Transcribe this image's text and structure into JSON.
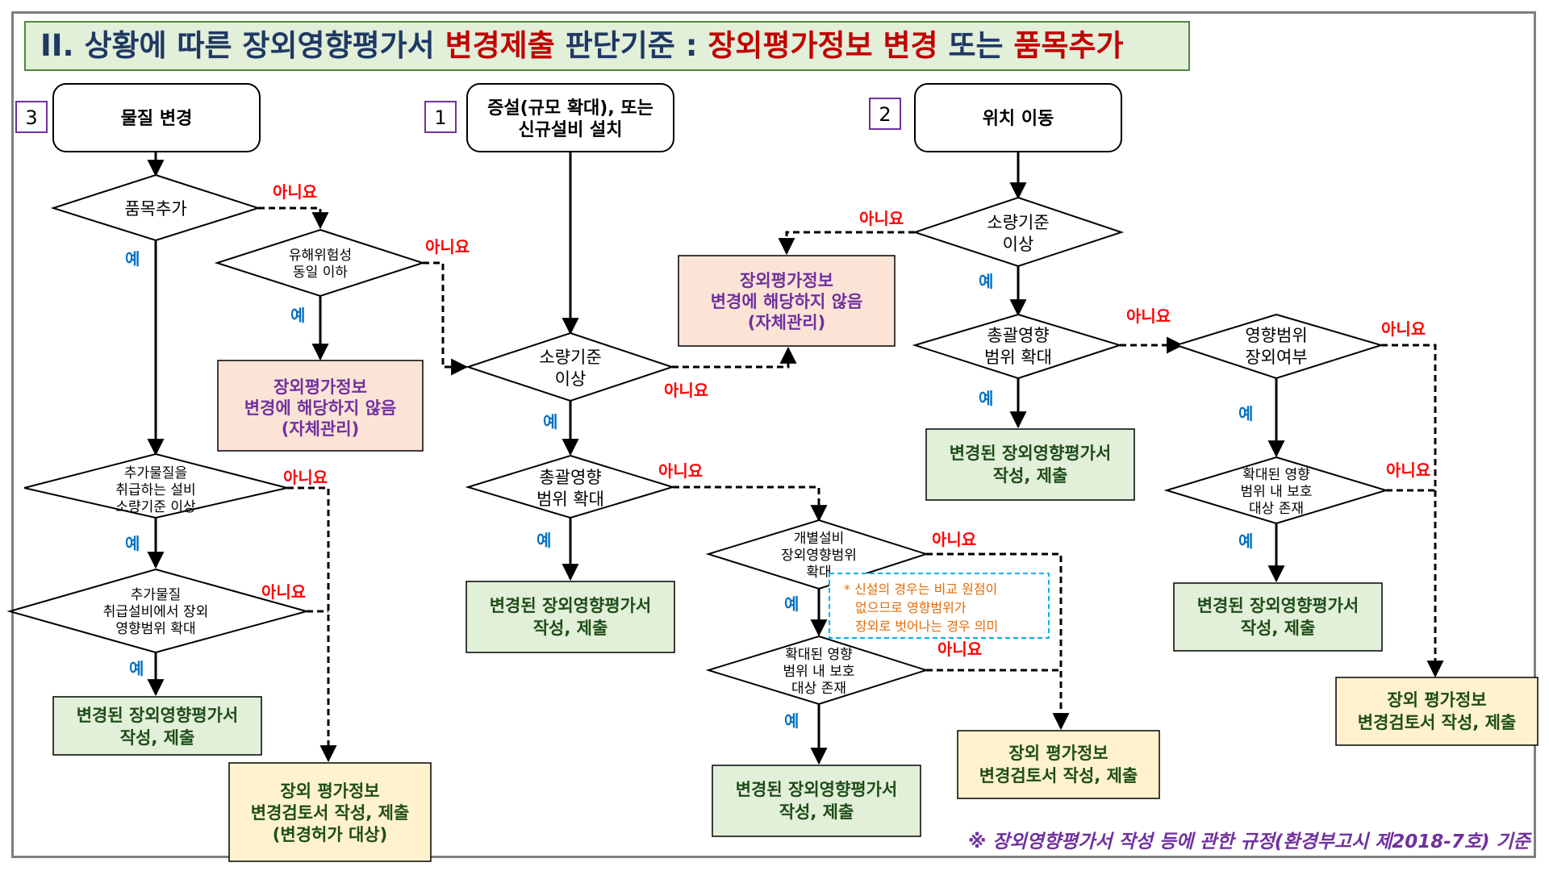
{
  "title": {
    "part1": "II. 상황에 따른 장외영향평가서 ",
    "part2": "변경제출",
    "part3": " 판단기준 : ",
    "part4": "장외평가정보 변경",
    "part5": " 또는 ",
    "part6": "품목추가"
  },
  "colors": {
    "navy": "#1f3864",
    "red": "#c00000",
    "purple": "#7030a0",
    "yes_blue": "#0070c0",
    "result_green_fill": "#e2efd9",
    "result_green_text": "#1e4d18",
    "peach_fill": "#fbe4d5",
    "yellow_fill": "#fff2cc",
    "note_orange": "#e36c09",
    "note_border": "#00b0f0"
  },
  "badges": {
    "material": "3",
    "expansion": "1",
    "location": "2"
  },
  "starts": {
    "material": "물질 변경",
    "expansion": [
      "증설(규모 확대), 또는",
      "신규설비 설치"
    ],
    "location": "위치 이동"
  },
  "decisions": {
    "item_added": [
      "품목추가"
    ],
    "hazard_same": [
      "유해위험성",
      "동일 이하"
    ],
    "added_threshold": [
      "추가물질을",
      "취급하는 설비",
      "소량기준 이상"
    ],
    "added_range": [
      "추가물질",
      "취급설비에서 장외",
      "영향범위 확대"
    ],
    "exp_threshold": [
      "소량기준",
      "이상"
    ],
    "exp_range": [
      "총괄영향",
      "범위 확대"
    ],
    "indiv_range": [
      "개별설비",
      "장외영향범위",
      "확대"
    ],
    "exp_protect": [
      "확대된 영향",
      "범위 내 보호",
      "대상 존재"
    ],
    "loc_threshold": [
      "소량기준",
      "이상"
    ],
    "loc_range": [
      "총괄영향",
      "범위 확대"
    ],
    "loc_outside": [
      "영향범위",
      "장외여부"
    ],
    "loc_protect": [
      "확대된 영향",
      "범위 내 보호",
      "대상 존재"
    ]
  },
  "results": {
    "peach_left": [
      "장외평가정보",
      "변경에 해당하지 않음",
      "(자체관리)"
    ],
    "peach_mid": [
      "장외평가정보",
      "변경에 해당하지 않음",
      "(자체관리)"
    ],
    "submit_left": [
      "변경된 장외영향평가서",
      "작성, 제출"
    ],
    "submit_mid": [
      "변경된 장외영향평가서",
      "작성, 제출"
    ],
    "submit_bottom": [
      "변경된 장외영향평가서",
      "작성, 제출"
    ],
    "submit_loc": [
      "변경된 장외영향평가서",
      "작성, 제출"
    ],
    "submit_loc2": [
      "변경된 장외영향평가서",
      "작성, 제출"
    ],
    "review_left": [
      "장외 평가정보",
      "변경검토서 작성, 제출",
      "(변경허가 대상)"
    ],
    "review_mid": [
      "장외 평가정보",
      "변경검토서 작성, 제출"
    ],
    "review_right": [
      "장외 평가정보",
      "변경검토서 작성, 제출"
    ]
  },
  "labels": {
    "yes": "예",
    "no": "아니요"
  },
  "note": [
    "* 신설의 경우는 비교 원점이",
    "없으므로 영향범위가",
    "장외로 벗어나는 경우 의미"
  ],
  "footnote": "※ 장외영향평가서 작성 등에 관한 규정(환경부고시 제2018-7호) 기준"
}
